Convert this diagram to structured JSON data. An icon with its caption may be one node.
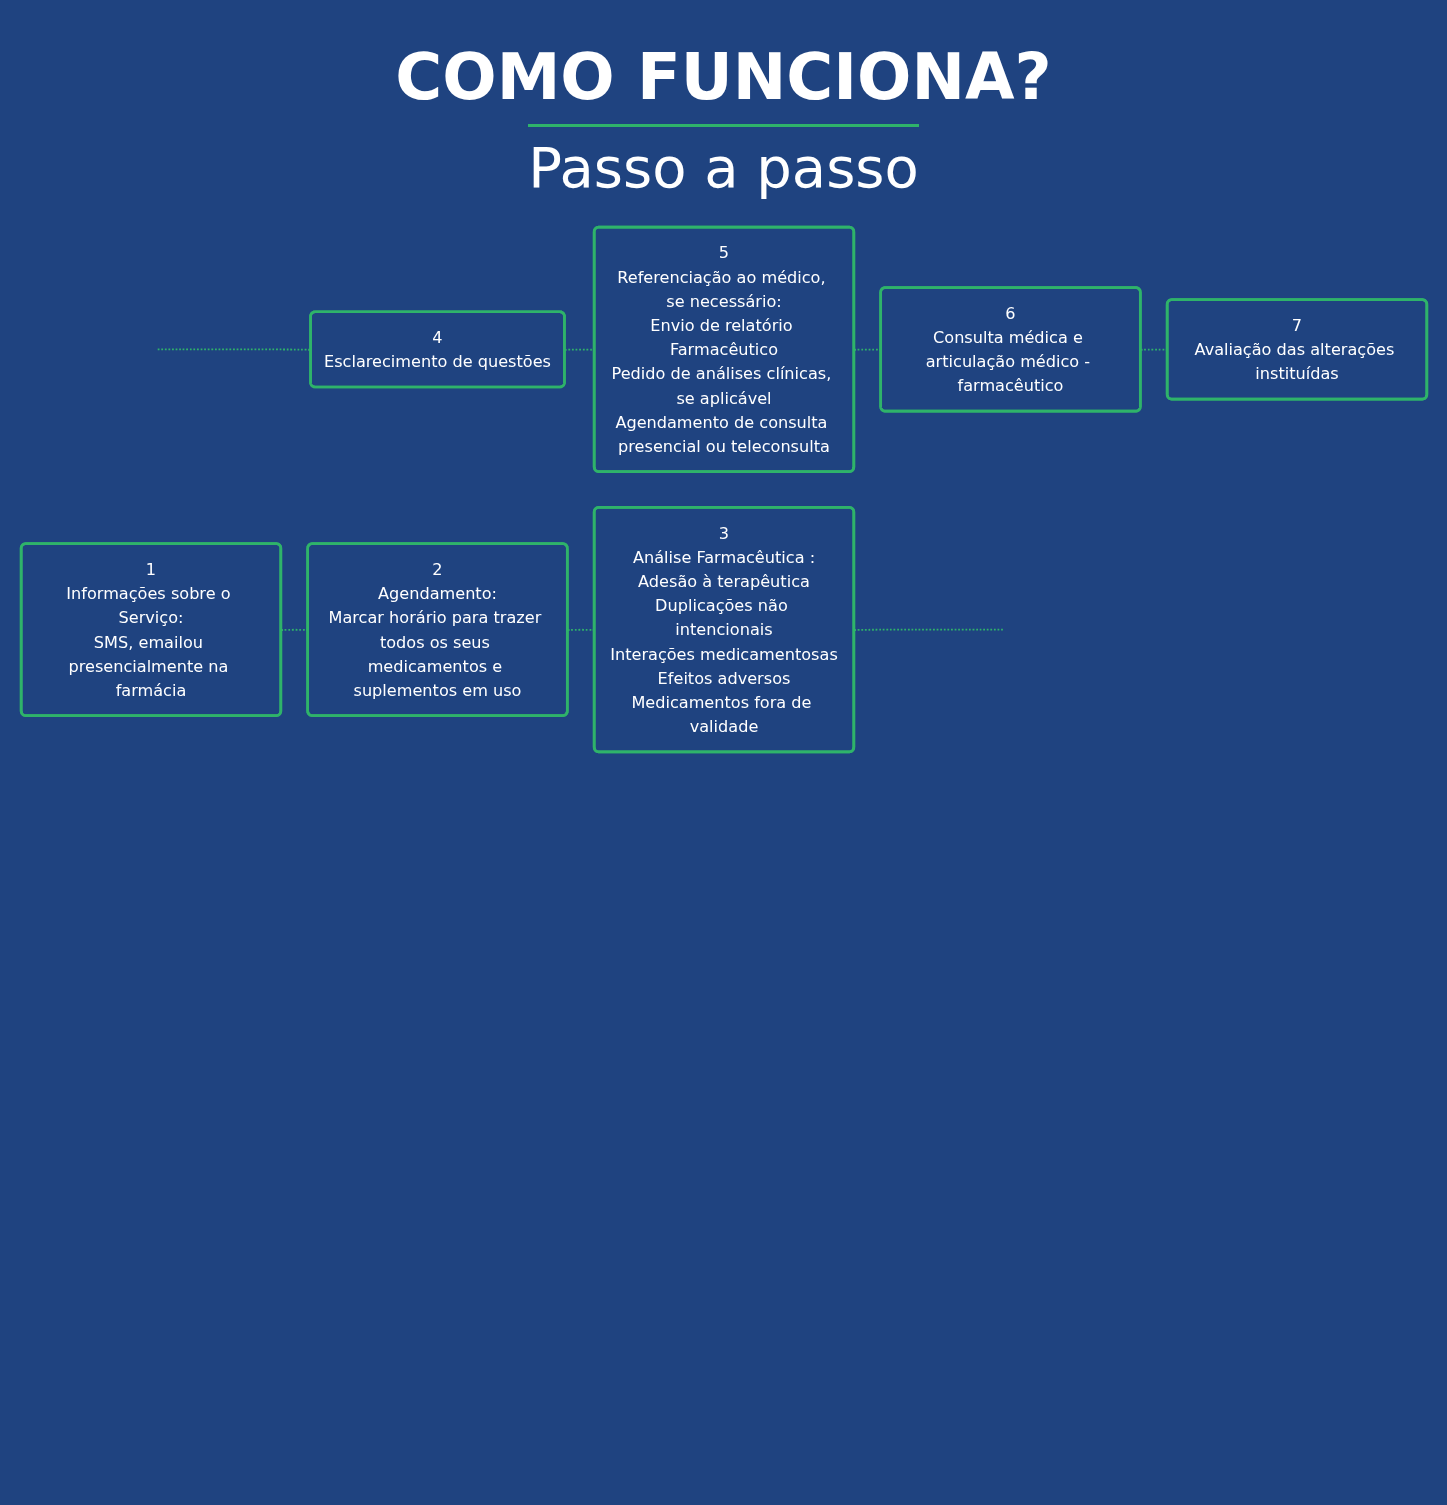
{
  "diagram": {
    "title": "COMO FUNCIONA?",
    "nodes": [
      {
        "text": [
          "1",
          "Informações sobre o Serviço:",
          "SMS, emailou presencialmente na farmácia"
        ]
      },
      {
        "text": [
          "2",
          "Agendamento:",
          "Marcar horário para trazer todos os seus medicamentos e suplementos em uso"
        ]
      },
      {
        "text": [
          "3",
          "Análise Farmacêutica :",
          "Adesão à terapêutica",
          "Duplicações não intencionais",
          "Interações medicamentosas",
          "Efeitos adversos",
          "Medicamentos fora de validade"
        ]
      },
      {
        "text": [
          "4",
          "Esclarecimento de questões"
        ]
      },
      {
        "text": [
          "5",
          "Referenciação ao médico, se necessário:",
          "Envio de relatório Farmacêutico",
          "Pedido de análises clínicas, se aplicável",
          "Agendamento de consulta presencial ou teleconsulta"
        ]
      },
      {
        "text": [
          "6",
          "Consulta médica e articulação médico - farmacêutico"
        ]
      },
      {
        "text": [
          "7",
          "Avaliação das alterações instituídas"
        ]
      }
    ],
    "edges": [
      {
        "from": 0,
        "to": 1,
        "arrow": "none",
        "style": "dashed"
      },
      {
        "from": 1,
        "to": 2,
        "arrow": "none",
        "style": "dashed"
      },
      {
        "from": 2,
        "to": null,
        "arrow": "none",
        "style": "dashed"
      },
      {
        "from": null,
        "to": 3,
        "arrow": "none",
        "style": "dashed"
      },
      {
        "from": 3,
        "to": 4,
        "arrow": "none",
        "style": "dashed"
      },
      {
        "from": 4,
        "to": 5,
        "arrow": "none",
        "style": "dashed"
      },
      {
        "from": 5,
        "to": 6,
        "arrow": "none",
        "style": "dashed"
      }
    ],
    "labels": [
      "Passo a passo"
    ]
  }
}
